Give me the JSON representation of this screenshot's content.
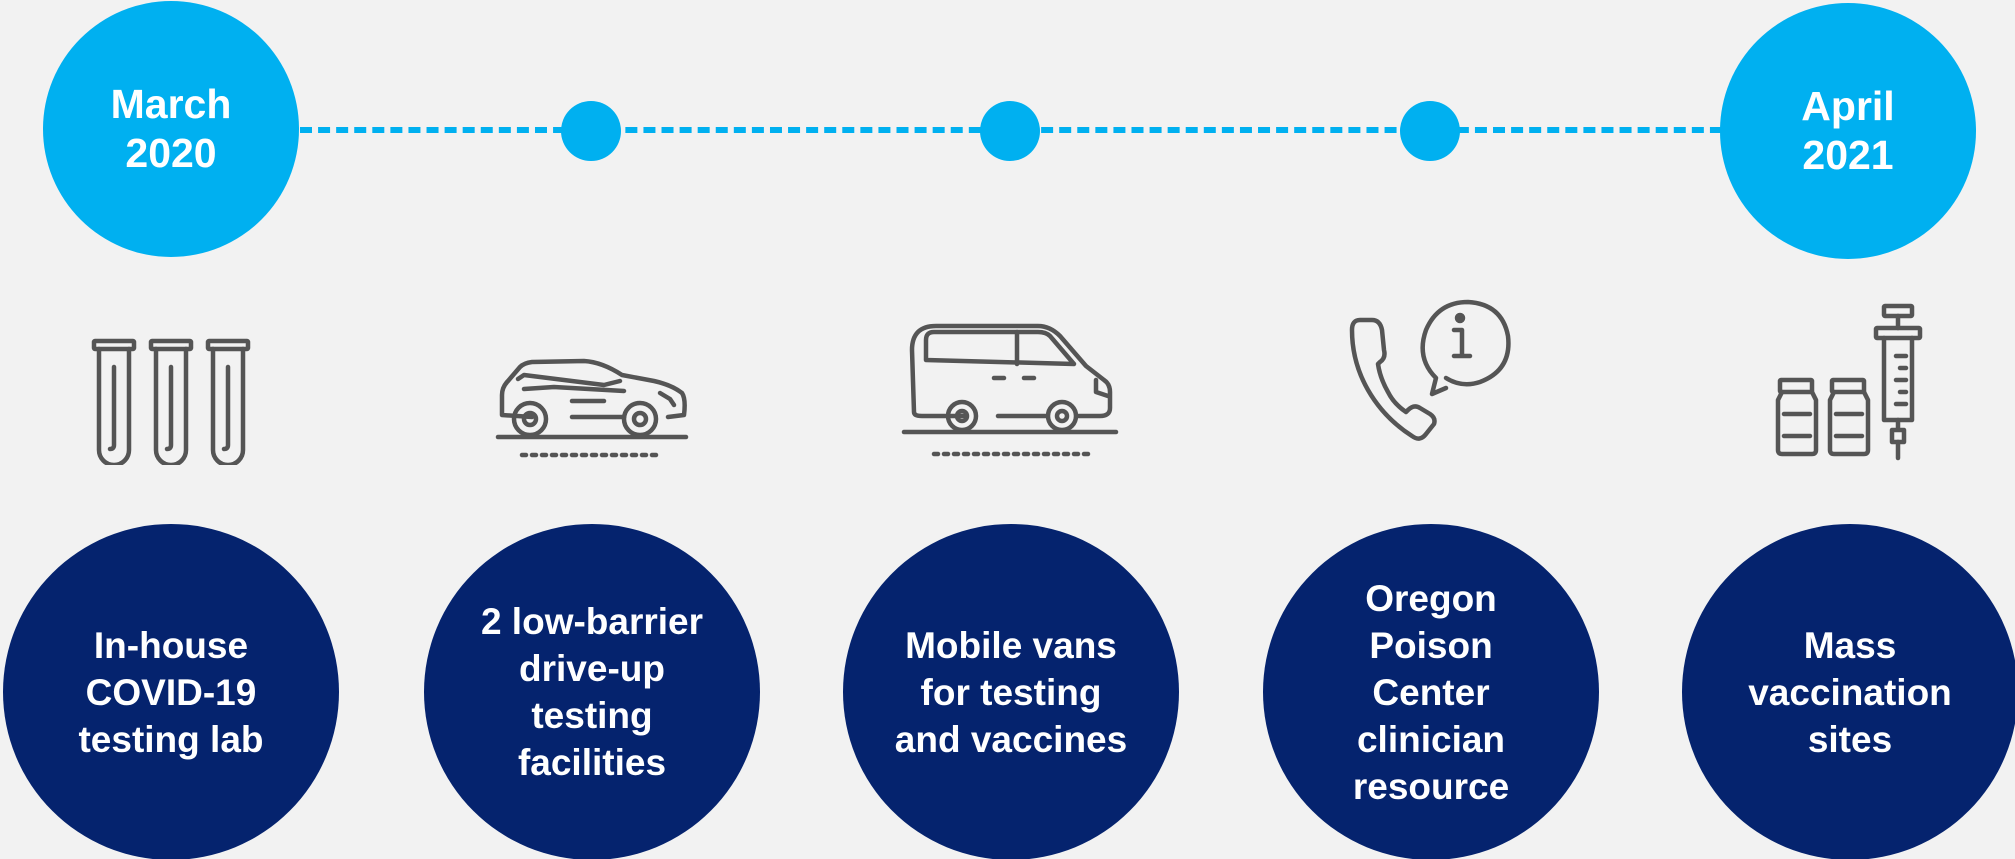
{
  "timeline": {
    "start": {
      "line1": "March",
      "line2": "2020"
    },
    "end": {
      "line1": "April",
      "line2": "2021"
    }
  },
  "milestones": [
    {
      "lines": [
        "In-house",
        "COVID-19",
        "testing lab"
      ],
      "icon": "test-tubes-icon"
    },
    {
      "lines": [
        "2 low-barrier",
        "drive-up",
        "testing",
        "facilities"
      ],
      "icon": "car-icon"
    },
    {
      "lines": [
        "Mobile vans",
        "for testing",
        "and vaccines"
      ],
      "icon": "van-icon"
    },
    {
      "lines": [
        "Oregon",
        "Poison",
        "Center",
        "clinician",
        "resource"
      ],
      "icon": "phone-info-icon"
    },
    {
      "lines": [
        "Mass",
        "vaccination",
        "sites"
      ],
      "icon": "vaccine-vials-icon"
    }
  ],
  "colors": {
    "accent": "#00b0f0",
    "primary": "#05236e",
    "background": "#f2f2f2",
    "icon": "#555555"
  }
}
